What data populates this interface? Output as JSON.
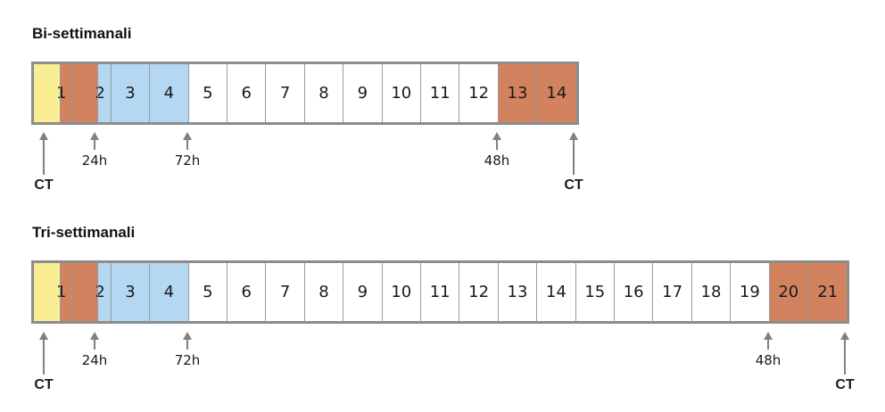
{
  "colors": {
    "ct": "#f9ee94",
    "marker_24h": "#d3825f",
    "marker_72h": "#b4d7f2",
    "marker_48h": "#d3825f",
    "plain": "#ffffff",
    "border": "#8c8c8c",
    "arrow": "#808080"
  },
  "sections": [
    {
      "title": "Bi-settimanali",
      "days": [
        "1",
        "2",
        "3",
        "4",
        "5",
        "6",
        "7",
        "8",
        "9",
        "10",
        "11",
        "12",
        "13",
        "14"
      ],
      "markers": [
        {
          "label": "CT",
          "type": "ct"
        },
        {
          "label": "24h",
          "type": "time"
        },
        {
          "label": "72h",
          "type": "time"
        },
        {
          "label": "48h",
          "type": "time"
        },
        {
          "label": "CT",
          "type": "ct"
        }
      ]
    },
    {
      "title": "Tri-settimanali",
      "days": [
        "1",
        "2",
        "3",
        "4",
        "5",
        "6",
        "7",
        "8",
        "9",
        "10",
        "11",
        "12",
        "13",
        "14",
        "15",
        "16",
        "17",
        "18",
        "19",
        "20",
        "21"
      ],
      "markers": [
        {
          "label": "CT",
          "type": "ct"
        },
        {
          "label": "24h",
          "type": "time"
        },
        {
          "label": "72h",
          "type": "time"
        },
        {
          "label": "48h",
          "type": "time"
        },
        {
          "label": "CT",
          "type": "ct"
        }
      ]
    }
  ]
}
